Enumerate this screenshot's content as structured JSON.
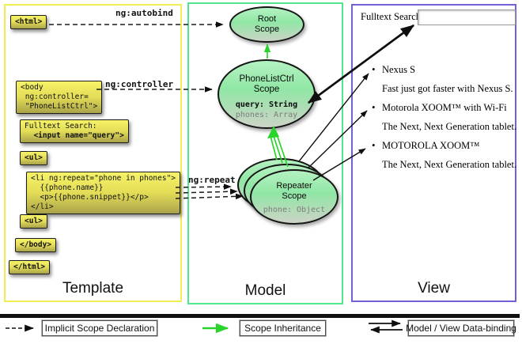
{
  "template": {
    "label": "Template",
    "html_open": "<html>",
    "body_open": [
      "<body",
      " ng:controller=",
      " \"PhoneListCtrl\">"
    ],
    "fulltext": [
      "Fulltext Search:",
      "  <input name=\"query\">"
    ],
    "ul_open": "<ul>",
    "li": [
      "<li ng:repeat=\"phone in phones\">",
      "  {{phone.name}}",
      "  <p>{{phone.snippet}}</p>",
      "</li>"
    ],
    "ul_close": "<ul>",
    "body_close": "</body>",
    "html_close": "</html>"
  },
  "model": {
    "label": "Model",
    "root_scope": [
      "Root",
      "Scope"
    ],
    "phonelist_scope": [
      "PhoneListCtrl",
      "Scope"
    ],
    "phonelist_props": {
      "query": "query: String",
      "phones": "phones: Array"
    },
    "repeater_scope": [
      "Repeater",
      "Scope"
    ],
    "repeater_props": {
      "phone": "phone: Object"
    }
  },
  "view": {
    "label": "View",
    "search_label": "Fulltext Search:",
    "search_value": "",
    "items": [
      {
        "name": "Nexus S",
        "desc": "Fast just got faster with Nexus S."
      },
      {
        "name": "Motorola XOOM™  with Wi-Fi",
        "desc": "The Next, Next Generation tablet."
      },
      {
        "name": "MOTOROLA XOOM™",
        "desc": "The Next, Next Generation tablet."
      }
    ]
  },
  "edges": {
    "autobind": "ng:autobind",
    "controller": "ng:controller",
    "repeat": "ng:repeat"
  },
  "legend": {
    "implicit": "Implicit Scope Declaration",
    "inheritance": "Scope Inheritance",
    "binding": "Model / View Data-binding"
  },
  "colors": {
    "template_border": "#f0ed55",
    "model_border": "#50e690",
    "view_border": "#7161d9",
    "scope_green": "#2bd42b"
  }
}
